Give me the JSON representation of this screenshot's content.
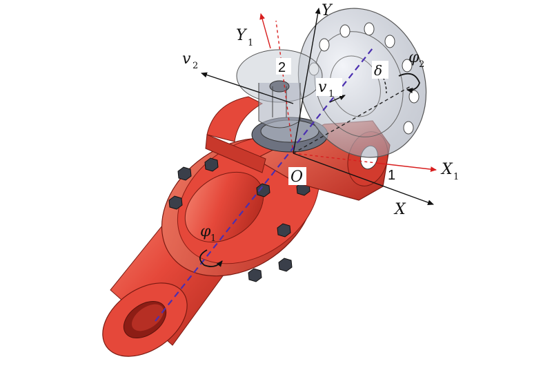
{
  "labels": {
    "Y": "Y",
    "Y1": "Y",
    "Y1_sub": "1",
    "v2": "v",
    "v2_sub": "2",
    "v1": "v",
    "v1_sub": "1",
    "part2": "2",
    "part1": "1",
    "O": "O",
    "X": "X",
    "X1": "X",
    "X1_sub": "1",
    "delta": "δ",
    "phi2": "φ",
    "phi2_sub": "2",
    "phi1": "φ",
    "phi1_sub": "1"
  },
  "colors": {
    "body_red": "#e5483a",
    "body_dark": "#b8291f",
    "body_light": "#f27a66",
    "axis_red": "#d81e1e",
    "axis_black": "#111111",
    "shaft_axis": "#4b2fb0",
    "flange_gray": "#c9cdd6"
  }
}
